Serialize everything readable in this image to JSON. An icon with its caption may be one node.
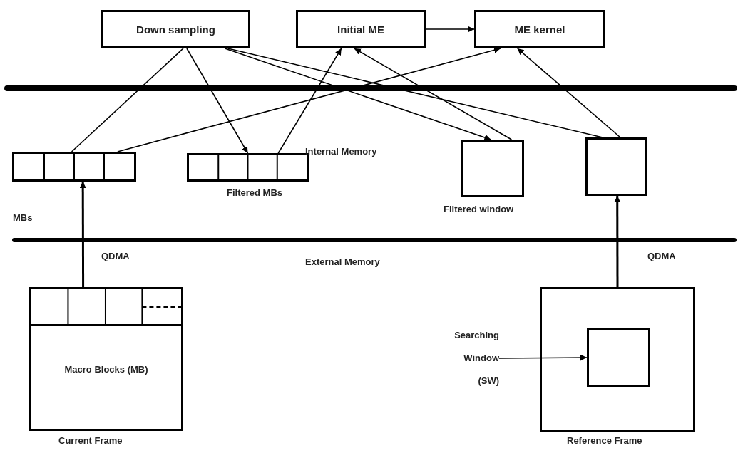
{
  "diagram": {
    "nodes": [
      {
        "text": [
          "Down sampling"
        ]
      },
      {
        "text": [
          "Initial ME"
        ]
      },
      {
        "text": [
          "ME kernel"
        ]
      },
      {
        "text": [],
        "shape": "box",
        "beside": [
          "MBs"
        ]
      },
      {
        "text": [],
        "shape": "box",
        "beside": [
          "Filtered MBs"
        ]
      },
      {
        "text": [],
        "shape": "box",
        "beside": [
          "Filtered window"
        ]
      },
      {
        "text": [],
        "shape": "box"
      },
      {
        "text": [
          "Macro Blocks (MB)"
        ],
        "beside": [
          "Current Frame"
        ]
      },
      {
        "text": [],
        "shape": "box",
        "beside": [
          "Reference Frame"
        ]
      },
      {
        "text": [],
        "shape": "box",
        "in": 8
      },
      {
        "text": [
          "Searching Window (SW)"
        ]
      }
    ],
    "edges": [
      {
        "from": 3,
        "to": 0,
        "arrow": "none"
      },
      {
        "from": 0,
        "to": 4,
        "arrow": "to"
      },
      {
        "from": 4,
        "to": 1,
        "arrow": "to"
      },
      {
        "from": 1,
        "to": 2,
        "arrow": "to"
      },
      {
        "from": 3,
        "to": 2,
        "arrow": "to"
      },
      {
        "from": 6,
        "to": 0,
        "arrow": "none"
      },
      {
        "from": 0,
        "to": 5,
        "arrow": "to"
      },
      {
        "from": 5,
        "to": 1,
        "arrow": "to"
      },
      {
        "from": 6,
        "to": 2,
        "arrow": "to"
      },
      {
        "from": 7,
        "to": 3,
        "arrow": "to",
        "label": "QDMA"
      },
      {
        "from": 8,
        "to": 6,
        "arrow": "to",
        "label": "QDMA"
      },
      {
        "from": 10,
        "to": 9,
        "arrow": "to"
      }
    ],
    "labels": [
      "Internal Memory",
      "External Memory"
    ]
  }
}
